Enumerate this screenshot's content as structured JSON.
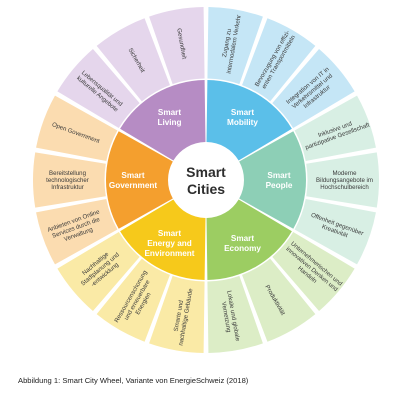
{
  "diagram": {
    "title_lines": [
      "Smart",
      "Cities"
    ],
    "sectors": [
      {
        "id": "mobility",
        "label_lines": [
          "Smart",
          "Mobility"
        ],
        "inner_color": "#5bbfe9",
        "outer_color": "#c5e6f6",
        "items": [
          {
            "lines": [
              "Zugang zu",
              "intermodalem Verkehr"
            ]
          },
          {
            "lines": [
              "Bevorzugung von effizi-",
              "enten Transportmitteln"
            ]
          },
          {
            "lines": [
              "Integration von IT in",
              "Verkehrsmittel und",
              "Infrastruktur"
            ]
          }
        ]
      },
      {
        "id": "people",
        "label_lines": [
          "Smart",
          "People"
        ],
        "inner_color": "#8dcfb6",
        "outer_color": "#d8efe4",
        "items": [
          {
            "lines": [
              "Inklusive und",
              "partizipative Gesellschaft"
            ]
          },
          {
            "lines": [
              "Moderne",
              "Bildungsangebote im",
              "Hochschulbereich"
            ]
          },
          {
            "lines": [
              "Offenheit gegenüber",
              "Kreativität"
            ]
          }
        ]
      },
      {
        "id": "economy",
        "label_lines": [
          "Smart",
          "Economy"
        ],
        "inner_color": "#9ccd62",
        "outer_color": "#dcedc6",
        "items": [
          {
            "lines": [
              "Unternehmerischen und",
              "innovativen Denken und",
              "Handeln"
            ]
          },
          {
            "lines": [
              "Produktivität"
            ]
          },
          {
            "lines": [
              "Lokale und globale",
              "Vernetzung"
            ]
          }
        ]
      },
      {
        "id": "energy",
        "label_lines": [
          "Smart",
          "Energy and",
          "Environment"
        ],
        "inner_color": "#f6c91b",
        "outer_color": "#faeaa6",
        "items": [
          {
            "lines": [
              "Smarte und",
              "nachhaltige Gebäude"
            ]
          },
          {
            "lines": [
              "Ressourcenschonung",
              "und erneuerbare",
              "Energien"
            ]
          },
          {
            "lines": [
              "Nachhaltige",
              "Stadtplanung und",
              "-entwicklung"
            ]
          }
        ]
      },
      {
        "id": "government",
        "label_lines": [
          "Smart",
          "Government"
        ],
        "inner_color": "#f49f2e",
        "outer_color": "#fbdcb0",
        "items": [
          {
            "lines": [
              "Anbieten von Online",
              "Services durch die",
              "Verwaltung"
            ]
          },
          {
            "lines": [
              "Bereitstellung",
              "technologischer",
              "Infrastruktur"
            ]
          },
          {
            "lines": [
              "Open Government"
            ]
          }
        ]
      },
      {
        "id": "living",
        "label_lines": [
          "Smart",
          "Living"
        ],
        "inner_color": "#b68cc4",
        "outer_color": "#e5d6ec",
        "items": [
          {
            "lines": [
              "Lebensqualität und",
              "kulturelle Angebote"
            ]
          },
          {
            "lines": [
              "Sicherheit"
            ]
          },
          {
            "lines": [
              "Gesundheit"
            ]
          }
        ]
      }
    ]
  },
  "caption": "Abbildung 1: Smart City Wheel, Variante von EnergieSchweiz (2018)"
}
